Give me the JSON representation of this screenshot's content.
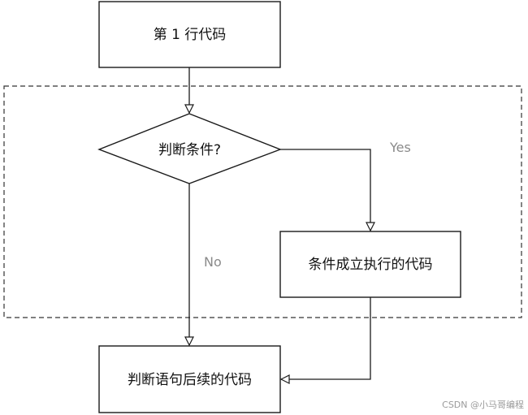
{
  "nodes": {
    "line1": "第 1 行代码",
    "condition": "判断条件?",
    "true_branch": "条件成立执行的代码",
    "after": "判断语句后续的代码"
  },
  "edges": {
    "yes_label": "Yes",
    "no_label": "No"
  },
  "watermark": "CSDN @小马哥编程",
  "colors": {
    "stroke": "#1a1a1a",
    "edge_label": "#8a8a8a",
    "watermark": "#9a9a9a"
  }
}
